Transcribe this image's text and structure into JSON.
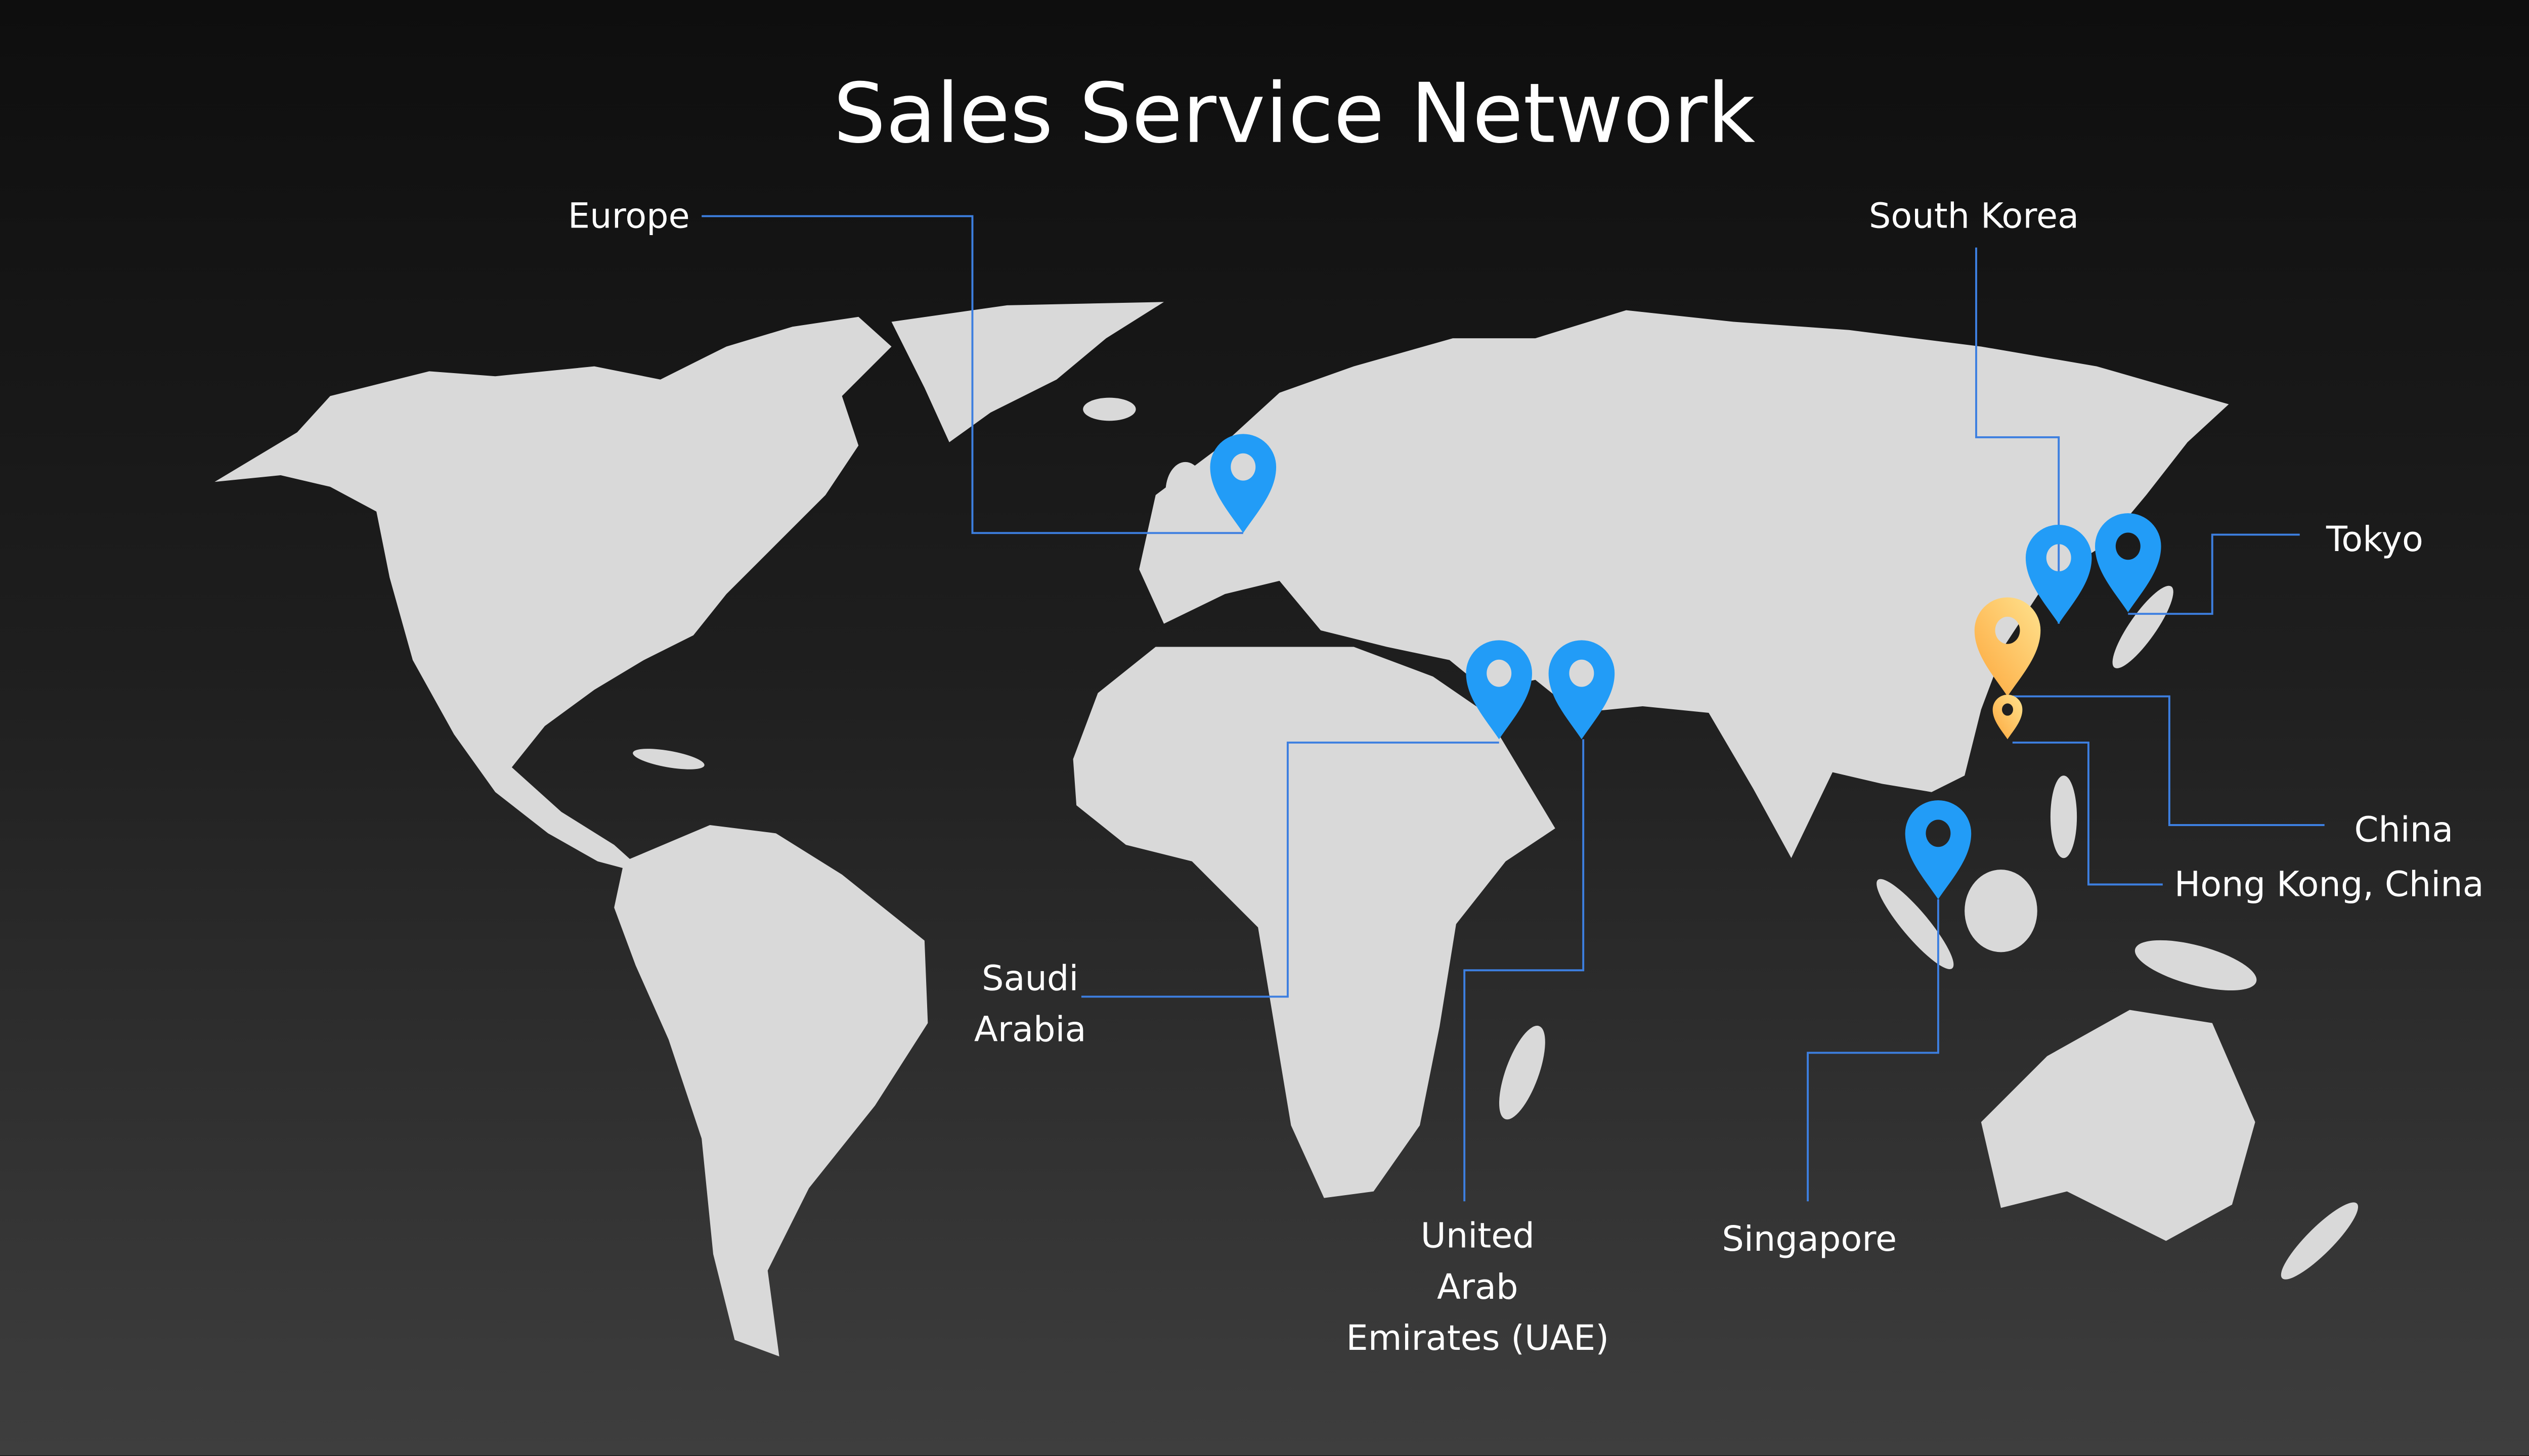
{
  "title": "Sales Service Network",
  "colors": {
    "pin_blue": "#229cf7",
    "pin_orange_light": "#fee28e",
    "pin_orange_dark": "#fda73c",
    "leader_line": "#3d7fe0",
    "land": "#d9d9d9"
  },
  "locations": [
    {
      "id": "europe",
      "label": "Europe",
      "pin": "blue"
    },
    {
      "id": "south-korea",
      "label": "South Korea",
      "pin": "blue"
    },
    {
      "id": "tokyo",
      "label": "Tokyo",
      "pin": "blue"
    },
    {
      "id": "china",
      "label": "China",
      "pin": "orange"
    },
    {
      "id": "hong-kong",
      "label": "Hong Kong, China",
      "pin": "orange"
    },
    {
      "id": "saudi-arabia",
      "label_lines": [
        "Saudi",
        "Arabia"
      ],
      "pin": "blue"
    },
    {
      "id": "uae",
      "label_lines": [
        "United",
        "Arab",
        "Emirates (UAE)"
      ],
      "pin": "blue"
    },
    {
      "id": "singapore",
      "label": "Singapore",
      "pin": "blue"
    }
  ]
}
